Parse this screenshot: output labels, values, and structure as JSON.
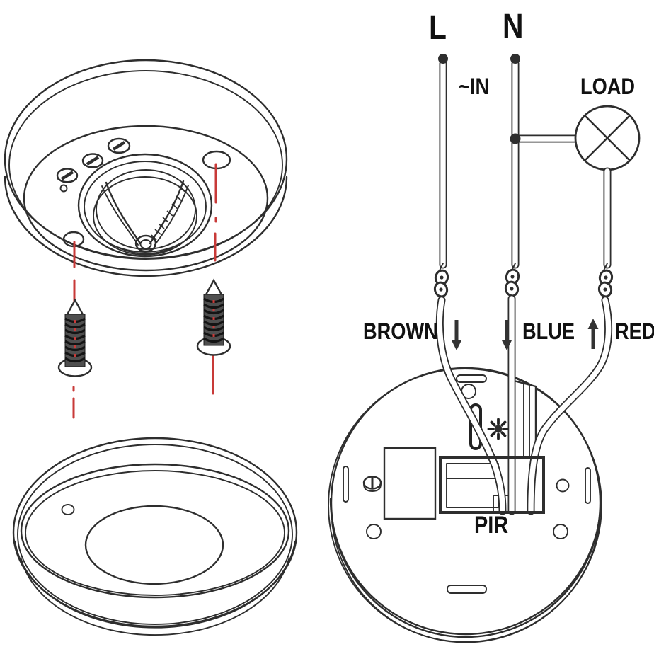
{
  "labels": {
    "l": "L",
    "n": "N",
    "in": "~IN",
    "load": "LOAD",
    "brown": "BROWN",
    "blue": "BLUE",
    "red": "RED",
    "pir": "PIR"
  },
  "colors": {
    "line": "#2e2e2e",
    "red_guide": "#c83a38",
    "arrow": "#333333",
    "text": "#111111",
    "background": "#ffffff"
  },
  "icons": {
    "lamp_load_symbol": "circle-with-x (⊗)",
    "twisted_wire_connector": "double-coil",
    "daylight_level_icon": "sun (☀)",
    "arrow_down": "↓",
    "arrow_up": "↑",
    "screw_icon": "tapered-thread-screw",
    "slotted_adjuster_icon": "ellipse-with-slot"
  }
}
